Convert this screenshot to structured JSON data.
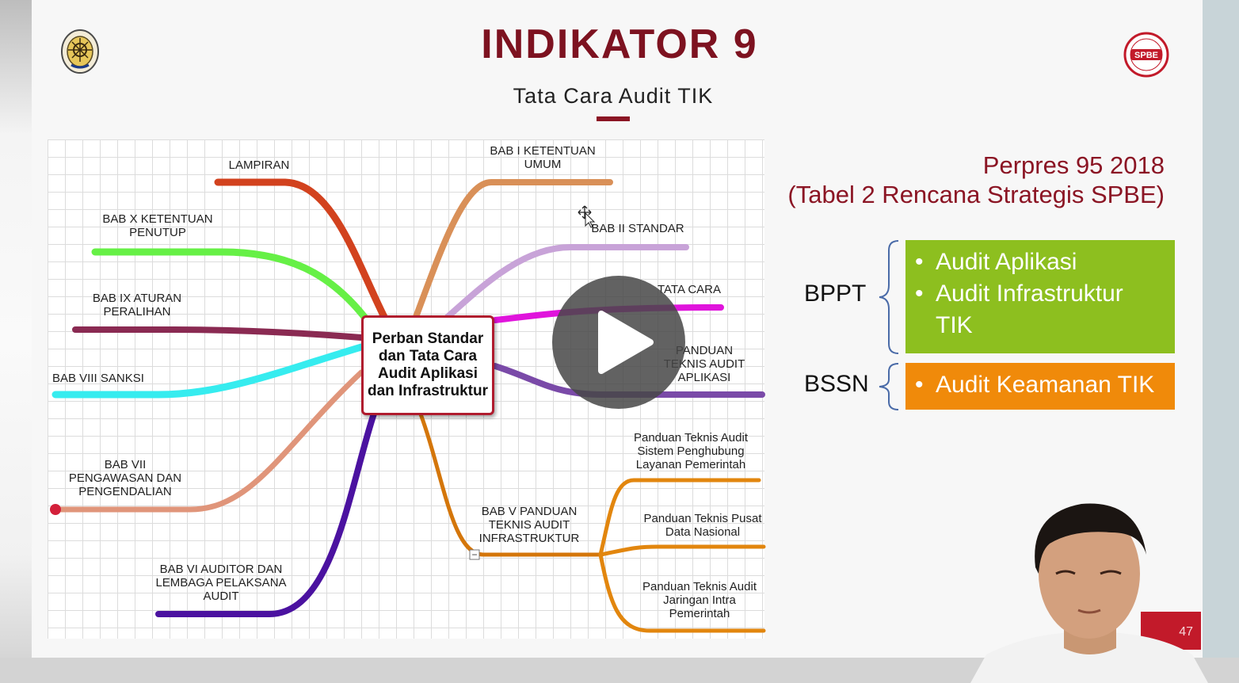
{
  "slide": {
    "title": "INDIKATOR 9",
    "subtitle": "Tata Cara Audit TIK",
    "page_number": "47",
    "colors": {
      "title": "#7d1220",
      "accent": "#b01b2e"
    }
  },
  "logos": {
    "left": "emblem-logo-icon",
    "right": "spbe-logo-icon",
    "right_text": "SPBE"
  },
  "mindmap": {
    "center": "Perban Standar dan Tata Cara Audit Aplikasi dan Infrastruktur",
    "branches": {
      "lampiran": "LAMPIRAN",
      "bab1": "BAB I KETENTUAN UMUM",
      "bab2": "BAB II STANDAR",
      "bab3": "TATA CARA",
      "bab4": "PANDUAN TEKNIS AUDIT APLIKASI",
      "bab5": "BAB V PANDUAN TEKNIS AUDIT INFRASTRUKTUR",
      "bab6": "BAB VI AUDITOR DAN LEMBAGA PELAKSANA AUDIT",
      "bab7": "BAB VII PENGAWASAN DAN PENGENDALIAN",
      "bab8": "BAB VIII SANKSI",
      "bab9": "BAB IX ATURAN PERALIHAN",
      "bab10": "BAB X KETENTUAN PENUTUP"
    },
    "sub_branches": {
      "sph": "Panduan Teknis Audit Sistem Penghubung Layanan Pemerintah",
      "pdn": "Panduan Teknis Pusat Data Nasional",
      "jip": "Panduan Teknis Audit Jaringan Intra Pemerintah"
    },
    "collapse_symbol": "−"
  },
  "perpres": {
    "line1": "Perpres 95 2018",
    "line2": "(Tabel 2 Rencana Strategis SPBE)"
  },
  "groups": {
    "bppt": {
      "label": "BPPT",
      "items": [
        "Audit Aplikasi",
        "Audit Infrastruktur TIK"
      ],
      "color": "#8dbf1f"
    },
    "bssn": {
      "label": "BSSN",
      "items": [
        "Audit Keamanan TIK"
      ],
      "color": "#f08a0a"
    }
  },
  "bullet": "•",
  "video": {
    "play_icon": "play-icon",
    "webcam": "presenter-webcam"
  }
}
